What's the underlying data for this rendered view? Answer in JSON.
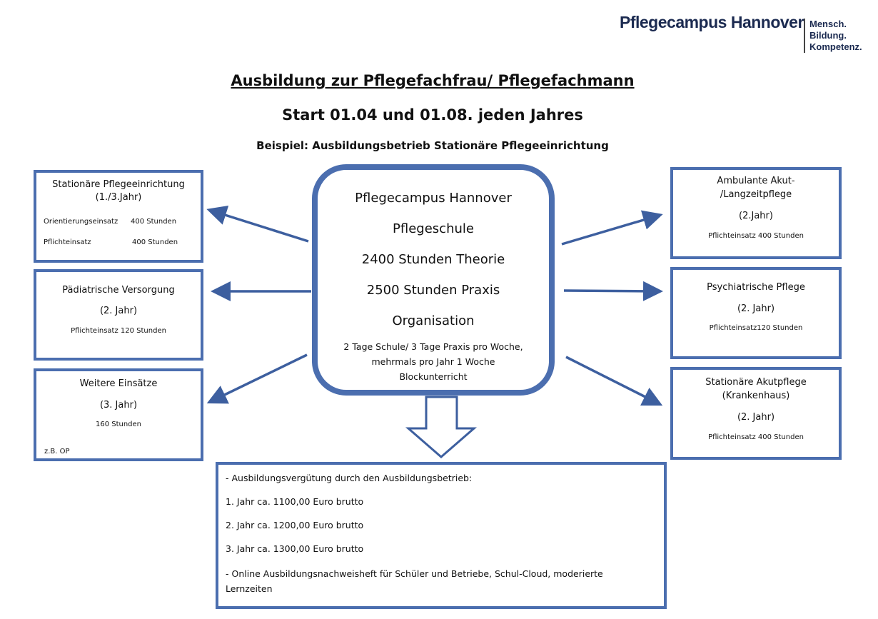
{
  "logo": {
    "name": "Pflegecampus Hannover",
    "tagline": [
      "Mensch.",
      "Bildung.",
      "Kompetenz."
    ]
  },
  "title": "Ausbildung zur Pflegefachfrau/ Pflegefachmann",
  "subtitle": "Start 01.04 und 01.08. jeden Jahres",
  "example": "Beispiel: Ausbildungsbetrieb Stationäre Pflegeeinrichtung",
  "center": {
    "lines": [
      "Pflegecampus Hannover",
      "Pflegeschule",
      "2400 Stunden Theorie",
      "2500 Stunden Praxis",
      "Organisation"
    ],
    "note": [
      "2 Tage Schule/ 3 Tage Praxis pro Woche,",
      "mehrmals pro Jahr 1 Woche",
      "Blockunterricht"
    ]
  },
  "left": [
    {
      "title": "Stationäre Pflegeeinrichtung",
      "year": "(1./3.Jahr)",
      "rows": [
        [
          "Orientierungseinsatz",
          "400 Stunden"
        ],
        [
          "Pflichteinsatz",
          "400 Stunden"
        ]
      ]
    },
    {
      "title": "Pädiatrische Versorgung",
      "year": "(2. Jahr)",
      "detail": "Pflichteinsatz 120 Stunden"
    },
    {
      "title": "Weitere Einsätze",
      "year": "(3. Jahr)",
      "detail": "160 Stunden",
      "note": "z.B. OP"
    }
  ],
  "right": [
    {
      "title1": "Ambulante Akut-",
      "title2": "/Langzeitpflege",
      "year": "(2.Jahr)",
      "detail": "Pflichteinsatz 400 Stunden"
    },
    {
      "title1": "Psychiatrische Pflege",
      "year": "(2. Jahr)",
      "detail": "Pflichteinsatz120 Stunden"
    },
    {
      "title1": "Stationäre Akutpflege",
      "title2": "(Krankenhaus)",
      "year": "(2. Jahr)",
      "detail": "Pflichteinsatz 400 Stunden"
    }
  ],
  "bottom": [
    "- Ausbildungsvergütung durch den Ausbildungsbetrieb:",
    "1. Jahr ca. 1100,00 Euro brutto",
    "2. Jahr ca. 1200,00 Euro brutto",
    "3. Jahr ca. 1300,00 Euro brutto",
    "- Online Ausbildungsnachweisheft für Schüler und Betriebe, Schul-Cloud, moderierte Lernzeiten"
  ],
  "colors": {
    "border": "#4b6eaf",
    "logo": "#1b2a50"
  }
}
